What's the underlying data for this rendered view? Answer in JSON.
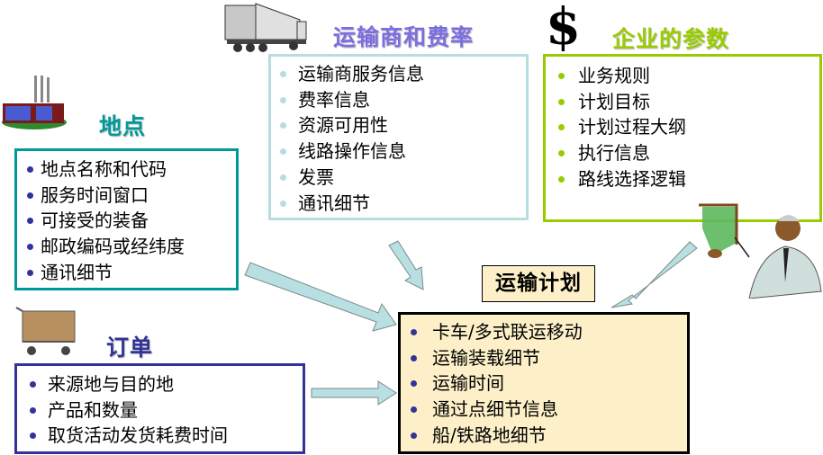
{
  "carrier": {
    "title": "运输商和费率",
    "items": [
      "运输商服务信息",
      "费率信息",
      "资源可用性",
      "线路操作信息",
      "发票",
      "通讯细节"
    ],
    "icon": "truck-icon",
    "color": "#7b6fe0",
    "border_color": "#b8dde0"
  },
  "enterprise": {
    "title": "企业的参数",
    "items": [
      "业务规则",
      "计划目标",
      "计划过程大纲",
      "执行信息",
      "路线选择逻辑"
    ],
    "icon": "dollar-icon",
    "color": "#99cc00",
    "border_color": "#99cc00"
  },
  "location": {
    "title": "地点",
    "items": [
      "地点名称和代码",
      "服务时间窗口",
      "可接受的装备",
      "邮政编码或经纬度",
      "通讯细节"
    ],
    "icon": "factory-icon",
    "color": "#009999",
    "border_color": "#009999"
  },
  "order": {
    "title": "订单",
    "items": [
      "来源地与目的地",
      "产品和数量",
      "取货活动发货耗费时间"
    ],
    "icon": "shopping-cart-icon",
    "color": "#333399",
    "border_color": "#333399"
  },
  "plan": {
    "title": "运输计划",
    "items": [
      "卡车/多式联运移动",
      "运输装载细节",
      "运输时间",
      "通过点细节信息",
      "船/铁路地细节"
    ],
    "bg_color": "#fdf0c8",
    "icon": "presenter-icon"
  }
}
